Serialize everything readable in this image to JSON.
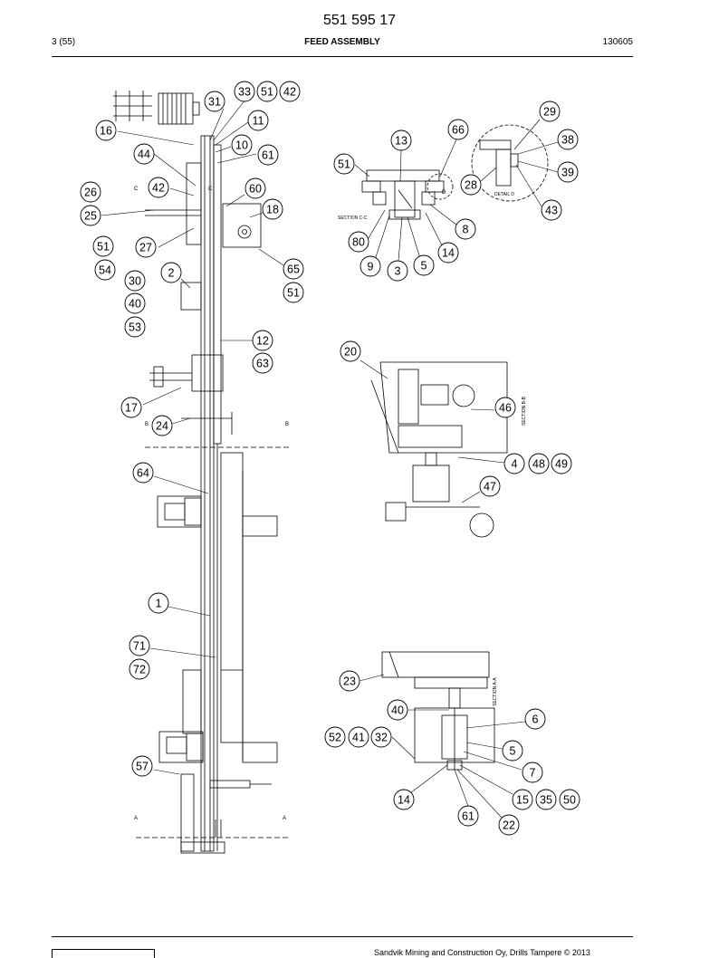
{
  "header": {
    "doc_number": "551 595 17",
    "page_ref": "3 (55)",
    "section_title": "FEED ASSEMBLY",
    "date": "130605"
  },
  "callouts": {
    "main": [
      "33",
      "51",
      "42",
      "31",
      "11",
      "16",
      "10",
      "61",
      "44",
      "42",
      "60",
      "26",
      "18",
      "25",
      "51",
      "27",
      "54",
      "65",
      "2",
      "30",
      "51",
      "40",
      "53",
      "12",
      "63",
      "17",
      "24",
      "64",
      "1",
      "71",
      "72",
      "57"
    ],
    "section_cc": [
      "13",
      "66",
      "51",
      "80",
      "8",
      "9",
      "3",
      "5",
      "14"
    ],
    "detail_d": [
      "29",
      "38",
      "28",
      "39",
      "43"
    ],
    "section_bb": [
      "20",
      "46",
      "4",
      "48",
      "49",
      "47"
    ],
    "section_aa": [
      "23",
      "40",
      "6",
      "52",
      "41",
      "32",
      "5",
      "7",
      "14",
      "15",
      "35",
      "50",
      "61",
      "22"
    ]
  },
  "drawing_labels": {
    "section_cc": "SECTION C-C",
    "detail_d": "DETAIL D",
    "section_bb": "SECTION B-B",
    "section_aa": "SECTION A-A",
    "d_mark": "D",
    "a_mark": "A",
    "b_mark": "B",
    "c_mark": "C"
  },
  "footer": {
    "text": "Sandvik Mining and Construction Oy, Drills Tampere © 2013"
  }
}
